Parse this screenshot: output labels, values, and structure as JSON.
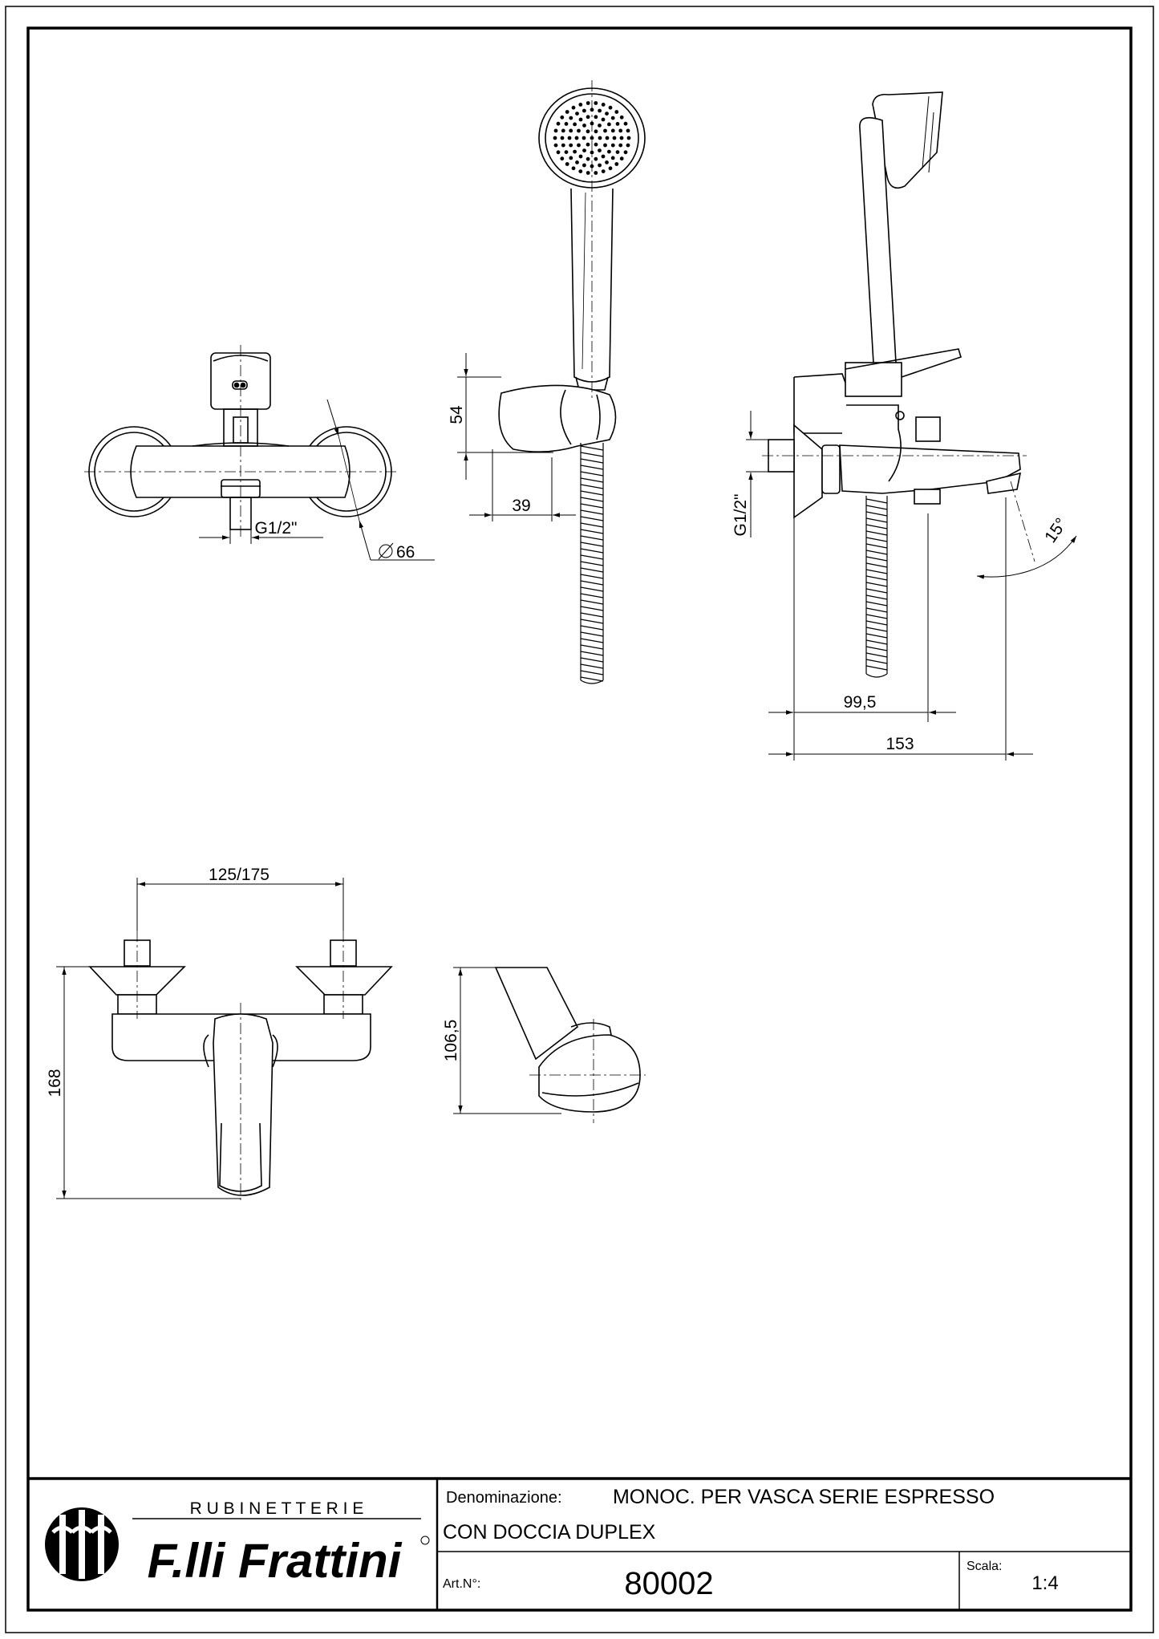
{
  "dimensions": {
    "nut_thread": "G1/2\"",
    "diameter_value": "66",
    "hand_shower_54": "54",
    "hand_shower_39": "39",
    "side_thread": "G1/2\"",
    "side_995": "99,5",
    "side_153": "153",
    "angle": "15°",
    "front_125_175": "125/175",
    "front_168": "168",
    "holder_1065": "106,5"
  },
  "title_block": {
    "brand_top": "R U B I N E T T E R I E",
    "brand_name": "F.lli Frattini",
    "denomination_label": "Denominazione:",
    "denomination_line1": "MONOC. PER VASCA SERIE ESPRESSO",
    "denomination_line2": "CON DOCCIA DUPLEX",
    "article_label": "Art.N°:",
    "article_number": "80002",
    "scale_label": "Scala:",
    "scale_value": "1:4"
  }
}
